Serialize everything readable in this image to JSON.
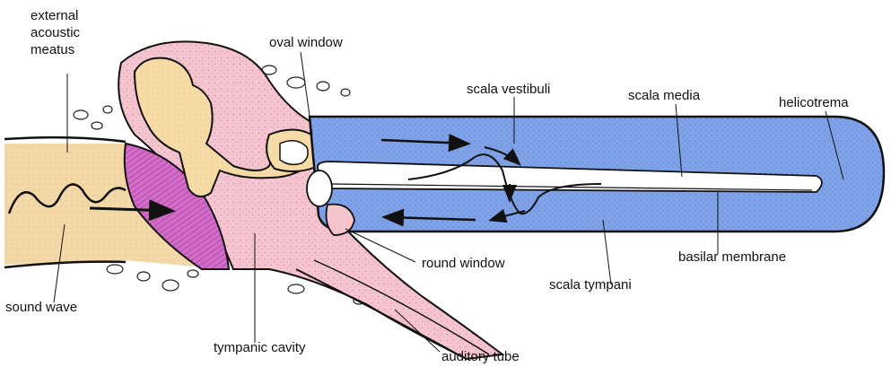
{
  "labels": {
    "external_acoustic_meatus": [
      "external",
      "acoustic",
      "meatus"
    ],
    "oval_window": "oval window",
    "scala_vestibuli": "scala vestibuli",
    "scala_media": "scala media",
    "helicotrema": "helicotrema",
    "round_window": "round window",
    "basilar_membrane": "basilar membrane",
    "scala_tympani": "scala tympani",
    "sound_wave": "sound wave",
    "tympanic_cavity": "tympanic cavity",
    "auditory_tube": "auditory tube"
  },
  "colors": {
    "canal": "#f3d9a8",
    "eardrum": "#d36bc8",
    "middle_ear": "#f6c4cf",
    "ossicles": "#f7dba6",
    "cochlea": "#7fa2e8",
    "membrane": "#ffffff",
    "bone": "#ffffff",
    "outline": "#1a1a1a"
  }
}
